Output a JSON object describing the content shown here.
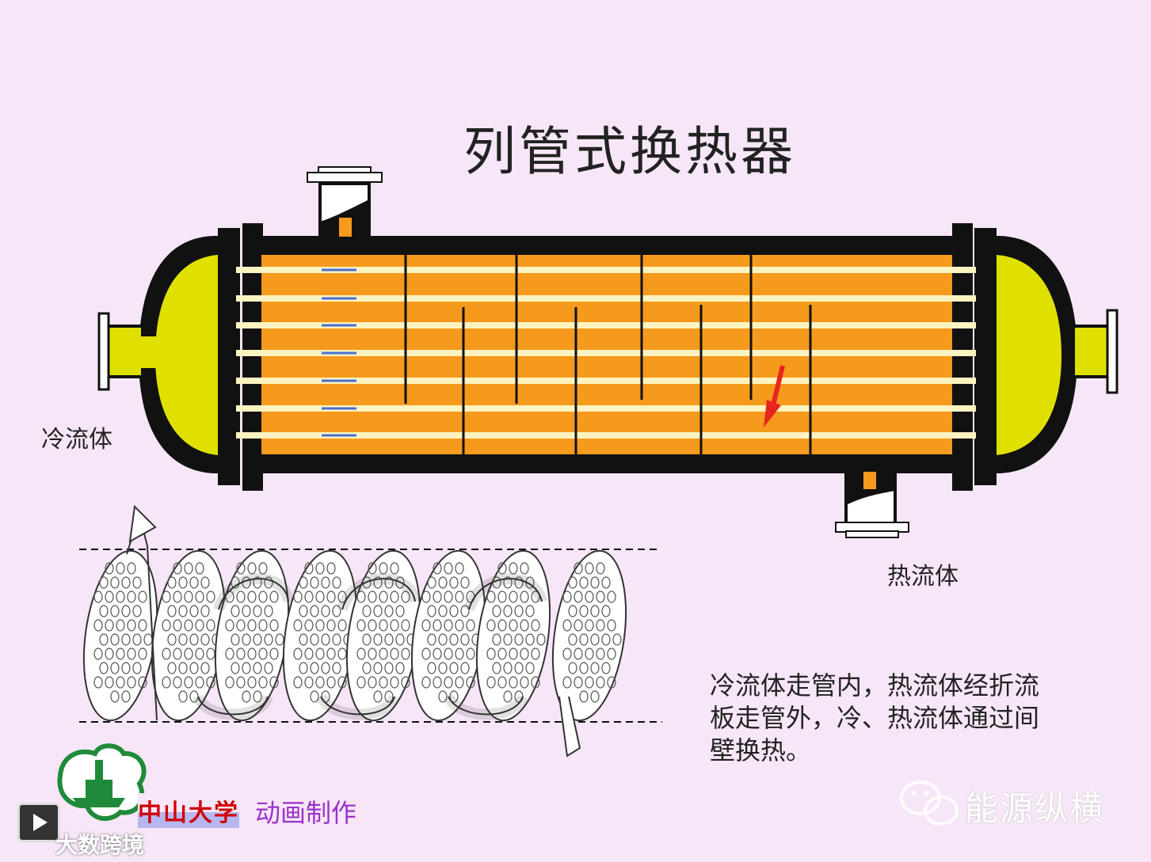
{
  "title": "列管式换热器",
  "labels": {
    "cold_fluid": "冷流体",
    "hot_fluid": "热流体"
  },
  "description": [
    "冷流体走管内，热流体经折流",
    "板走管外，冷、热流体通过间",
    "壁换热。"
  ],
  "credits": {
    "university": "中山大学",
    "animation": "动画制作"
  },
  "watermarks": {
    "right": "能源纵横",
    "left": "大数跨境"
  },
  "colors": {
    "background": "#f7e6f7",
    "shell_fluid": "#f59a1c",
    "heads": "#dfe000",
    "shell_wall": "#111111",
    "tubes": "#fdf3c0",
    "flow_arrow": "#e8241e"
  },
  "icons": {
    "logo": "university-emblem",
    "video": "play-icon",
    "wechat": "wechat-icon"
  }
}
